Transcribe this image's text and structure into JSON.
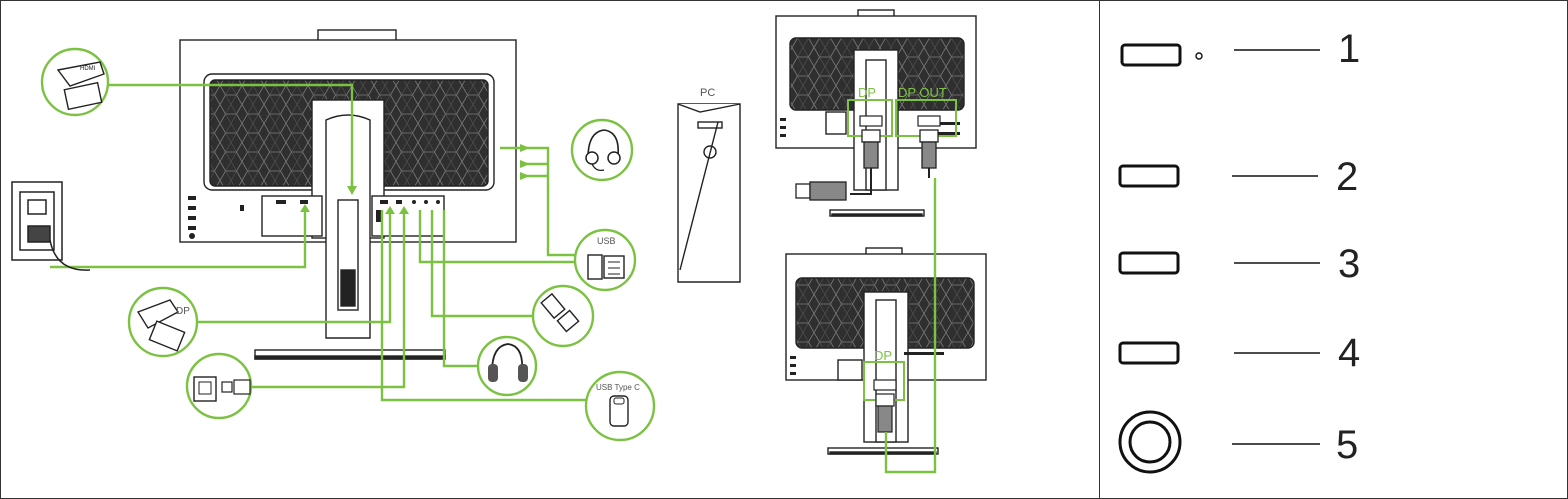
{
  "colors": {
    "accent": "#7cc242",
    "line": "#222222",
    "panel": "#2a2a2a"
  },
  "connection_diagram": {
    "icons": {
      "hdmi": {
        "icon": "hdmi-plug-icon",
        "label": "HDMI"
      },
      "power": {
        "icon": "power-outlet-icon"
      },
      "dp": {
        "icon": "dp-plug-icon",
        "label": "DP"
      },
      "usb_b": {
        "icon": "usb-b-cable-icon"
      },
      "headset": {
        "icon": "headset-icon"
      },
      "usb": {
        "icon": "usb-a-icon",
        "label": "USB"
      },
      "ethernet": {
        "icon": "ethernet-plug-icon"
      },
      "headphones": {
        "icon": "headphones-icon"
      },
      "usb_c": {
        "icon": "usb-c-icon",
        "label": "USB Type C"
      }
    }
  },
  "daisy_chain": {
    "pc_label": "PC",
    "monitor1_dp_label": "DP",
    "monitor1_dp_out_label": "DP OUT",
    "monitor2_dp_label": "DP"
  },
  "legend": {
    "items": [
      {
        "number": "1",
        "icon": "button-with-led-icon"
      },
      {
        "number": "2",
        "icon": "button-icon"
      },
      {
        "number": "3",
        "icon": "button-icon"
      },
      {
        "number": "4",
        "icon": "button-icon"
      },
      {
        "number": "5",
        "icon": "power-button-icon"
      }
    ]
  }
}
